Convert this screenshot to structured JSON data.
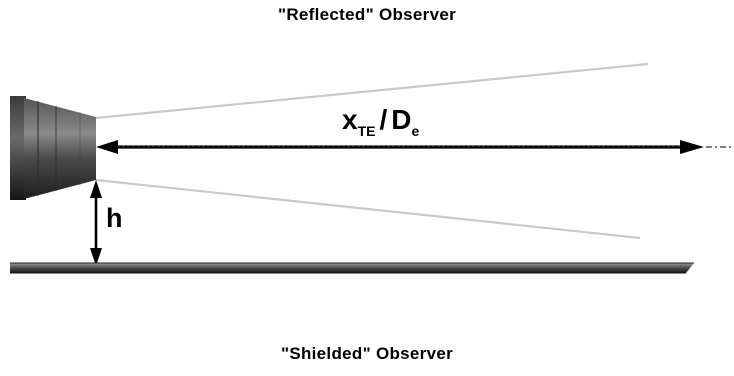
{
  "observers": {
    "top_label": "\"Reflected\" Observer",
    "bottom_label": "\"Shielded\" Observer"
  },
  "distance_label": {
    "x": "x",
    "x_sub": "TE",
    "sep": "/",
    "d": "D",
    "d_sub": "e"
  },
  "height_label": "h",
  "colors": {
    "nozzle_dark": "#2e2e2e",
    "nozzle_mid": "#6e6e6e",
    "surface": "#555555",
    "spread_line": "#c8c8c8",
    "arrow": "#000000"
  }
}
